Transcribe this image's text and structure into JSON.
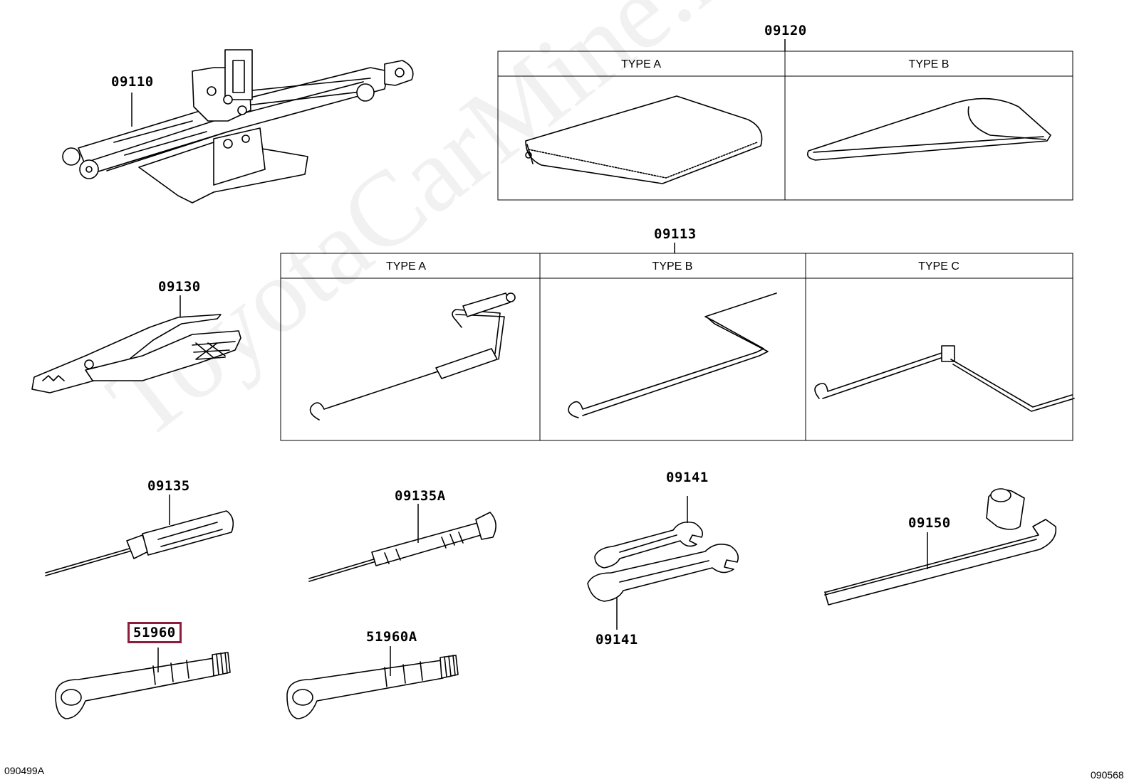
{
  "watermark": "ToyotaCarMine.ru",
  "parts": {
    "jack": "09110",
    "tool_bag": "09120",
    "jack_handle": "09113",
    "pliers": "09130",
    "screwdriver": "09135",
    "screwdriver_alt": "09135A",
    "wrench_top": "09141",
    "wrench_bottom": "09141",
    "wheel_nut_wrench": "09150",
    "tow_eye_selected": "51960",
    "tow_eye_alt": "51960A"
  },
  "tool_bag_types": [
    "TYPE A",
    "TYPE B"
  ],
  "jack_handle_types": [
    "TYPE A",
    "TYPE B",
    "TYPE C"
  ],
  "highlight_color": "#8c1d3c",
  "footer": {
    "left": "090499A",
    "right": "090568"
  }
}
